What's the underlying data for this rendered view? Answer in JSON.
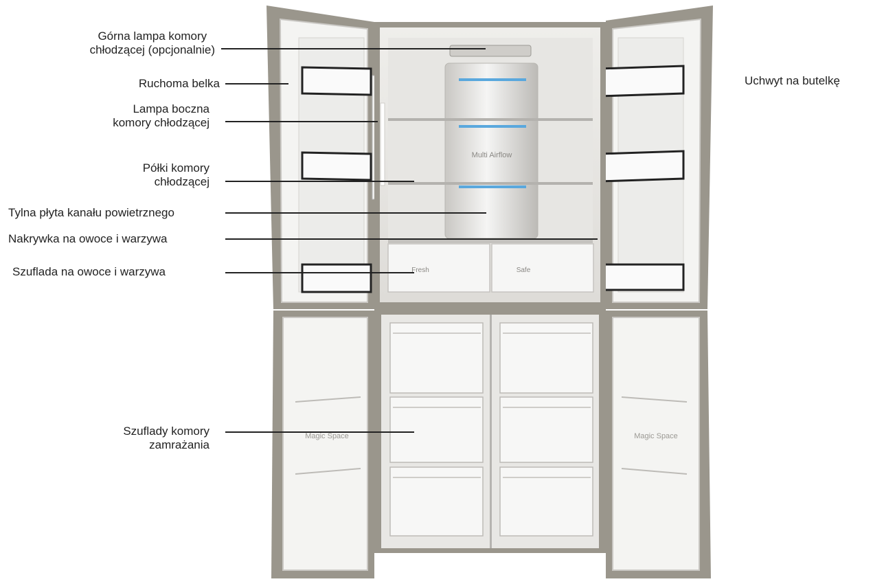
{
  "labels": {
    "upper_lamp": [
      "Górna lampa komory",
      "chłodzącej (opcjonalnie)"
    ],
    "movable_beam": "Ruchoma belka",
    "side_lamp": [
      "Lampa boczna",
      "komory chłodzącej"
    ],
    "fridge_shelves": [
      "Półki komory",
      "chłodzącej"
    ],
    "air_duct_plate": "Tylna płyta kanału powietrznego",
    "crisper_cover": "Nakrywka na owoce i warzywa",
    "crisper_drawer": "Szuflada na owoce i warzywa",
    "freezer_drawers": [
      "Szuflady komory",
      "zamrażania"
    ],
    "bottle_holder": "Uchwyt na butelkę"
  },
  "fridge_markings": {
    "panel_text": "Multi Airflow",
    "drawer_left": "Fresh",
    "drawer_right": "Safe",
    "door_text": "Magic Space"
  },
  "colors": {
    "frame": "#9a968c",
    "interior": "#e6e4e0",
    "door_inner": "#f4f4f2",
    "led": "#5aa8dd",
    "leader": "#222222"
  }
}
